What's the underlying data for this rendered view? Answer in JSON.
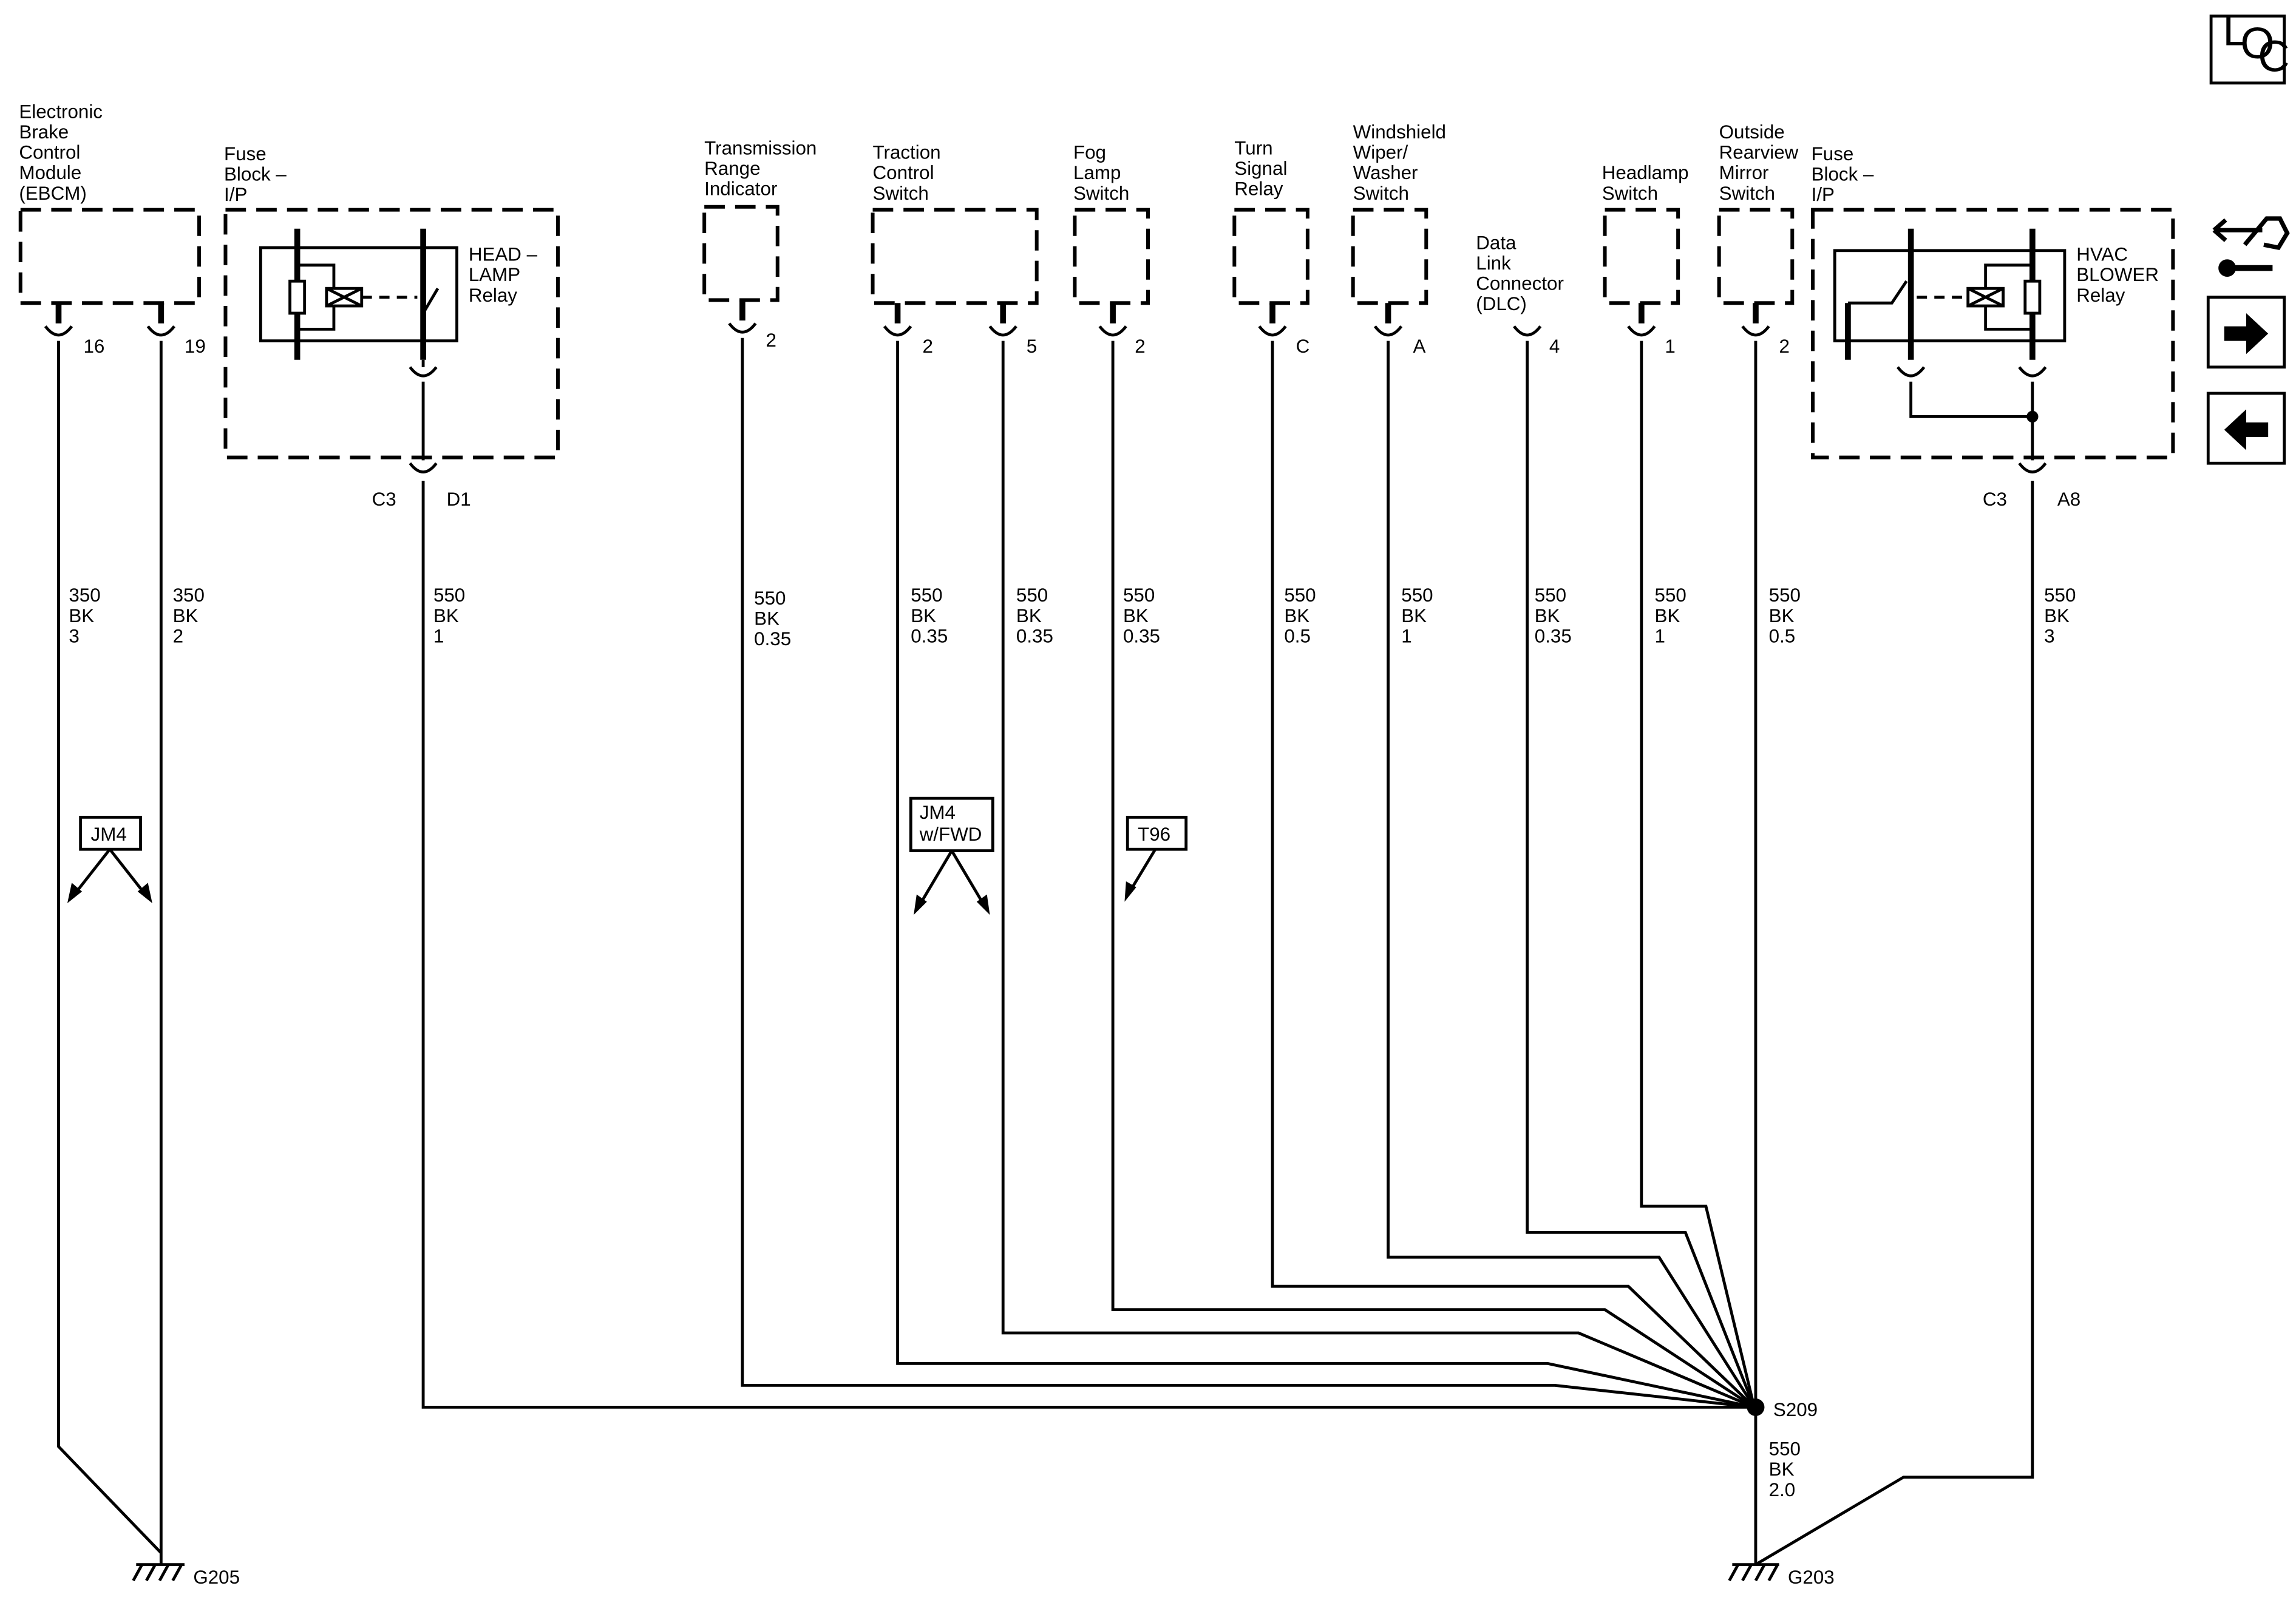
{
  "loc_label": {
    "l": "L",
    "o": "O",
    "c": "C"
  },
  "components": {
    "ebcm": [
      "Electronic",
      "Brake",
      "Control",
      "Module",
      "(EBCM)"
    ],
    "fuse_block_left": [
      "Fuse",
      "Block –",
      "I/P"
    ],
    "headlamp_relay": [
      "HEAD –",
      "LAMP",
      "Relay"
    ],
    "trans_range": [
      "Transmission",
      "Range",
      "Indicator"
    ],
    "traction": [
      "Traction",
      "Control",
      "Switch"
    ],
    "fog": [
      "Fog",
      "Lamp",
      "Switch"
    ],
    "turn": [
      "Turn",
      "Signal",
      "Relay"
    ],
    "wiper": [
      "Windshield",
      "Wiper/",
      "Washer",
      "Switch"
    ],
    "dlc": [
      "Data",
      "Link",
      "Connector",
      "(DLC)"
    ],
    "headlamp_switch": [
      "Headlamp",
      "Switch"
    ],
    "mirror": [
      "Outside",
      "Rearview",
      "Mirror",
      "Switch"
    ],
    "fuse_block_right": [
      "Fuse",
      "Block –",
      "I/P"
    ],
    "hvac_relay": [
      "HVAC",
      "BLOWER",
      "Relay"
    ]
  },
  "pins": {
    "ebcm_a": "16",
    "ebcm_b": "19",
    "trans": "2",
    "traction_a": "2",
    "traction_b": "5",
    "fog": "2",
    "turn": "C",
    "wiper": "A",
    "dlc": "4",
    "headlamp": "1",
    "mirror": "2",
    "left_conn": "C3",
    "left_pin": "D1",
    "right_conn": "C3",
    "right_pin": "A8"
  },
  "wires": {
    "w_ebcm_a": [
      "350",
      "BK",
      "3"
    ],
    "w_ebcm_b": [
      "350",
      "BK",
      "2"
    ],
    "w_hl_relay": [
      "550",
      "BK",
      "1"
    ],
    "w_trans": [
      "550",
      "BK",
      "0.35"
    ],
    "w_trac_a": [
      "550",
      "BK",
      "0.35"
    ],
    "w_trac_b": [
      "550",
      "BK",
      "0.35"
    ],
    "w_fog": [
      "550",
      "BK",
      "0.35"
    ],
    "w_turn": [
      "550",
      "BK",
      "0.5"
    ],
    "w_wiper": [
      "550",
      "BK",
      "1"
    ],
    "w_dlc": [
      "550",
      "BK",
      "0.35"
    ],
    "w_headlamp": [
      "550",
      "BK",
      "1"
    ],
    "w_mirror": [
      "550",
      "BK",
      "0.5"
    ],
    "w_hvac": [
      "550",
      "BK",
      "3"
    ],
    "w_splice_out": [
      "550",
      "BK",
      "2.0"
    ]
  },
  "options": {
    "jm4": "JM4",
    "jm4_fwd": [
      "JM4",
      "w/FWD"
    ],
    "t96": "T96"
  },
  "splice": "S209",
  "grounds": {
    "left": "G205",
    "right": "G203"
  },
  "nav_icons": [
    "connector-wrench-icon",
    "arrow-right-icon",
    "arrow-left-icon"
  ]
}
